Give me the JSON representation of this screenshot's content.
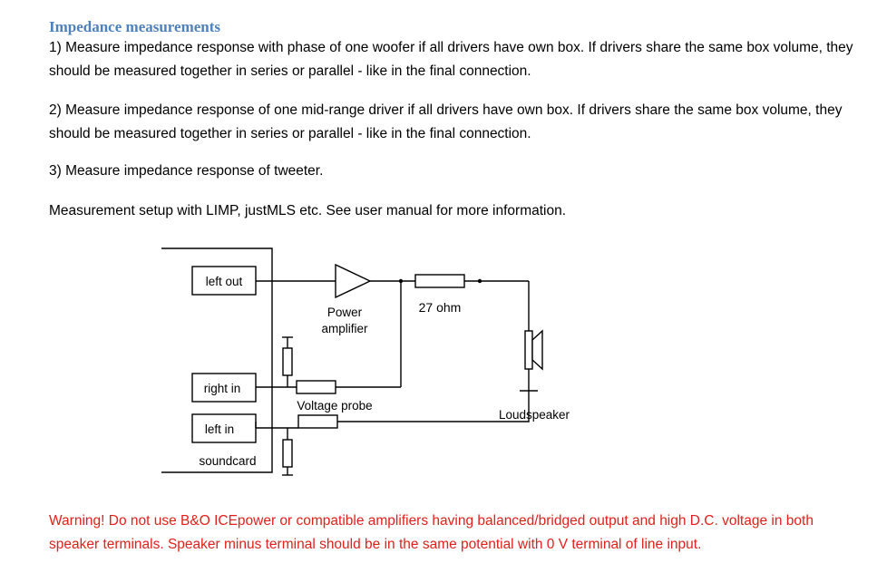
{
  "heading": "Impedance measurements",
  "paragraphs": [
    "1) Measure impedance response with phase of one woofer if all drivers have own box. If drivers share the same box volume, they should be measured together in series or parallel - like in the final connection.",
    "2) Measure impedance response of one mid-range driver if all drivers have own box. If drivers share the same box volume, they should be measured together in series or parallel - like in the final connection.",
    "3) Measure impedance response of tweeter.",
    "Measurement setup with LIMP, justMLS etc. See user manual for more information."
  ],
  "diagram": {
    "left_out": "left out",
    "right_in": "right in",
    "left_in": "left in",
    "soundcard": "soundcard",
    "power_amp_line1": "Power",
    "power_amp_line2": "amplifier",
    "resistor": "27 ohm",
    "voltage_probe": "Voltage probe",
    "loudspeaker": "Loudspeaker"
  },
  "warning": "Warning! Do not use B&O ICEpower or compatible amplifiers having balanced/bridged output and high D.C. voltage in both speaker terminals. Speaker minus terminal should be in the same potential with 0 V terminal of line input.",
  "colors": {
    "heading": "#4f81bd",
    "warning": "#e0201b"
  }
}
